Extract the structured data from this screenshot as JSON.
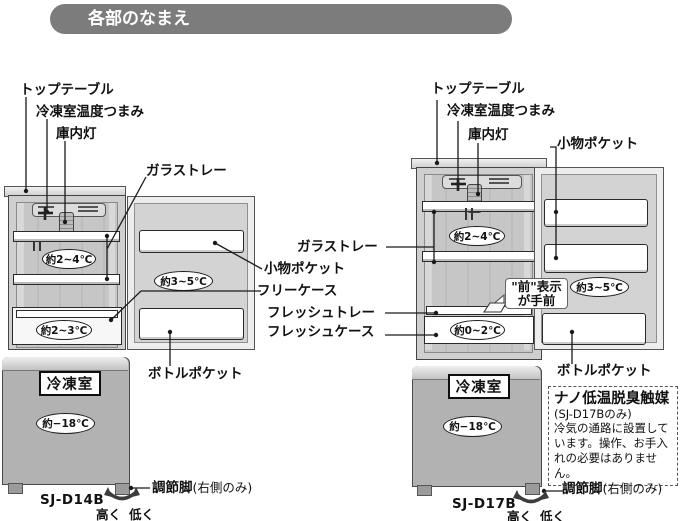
{
  "title": "各部のなまえ",
  "labels": {
    "top_table": "トップテーブル",
    "freezer_knob": "冷凍室温度つまみ",
    "interior_light": "庫内灯",
    "glass_tray": "ガラストレー",
    "small_pocket": "小物ポケット",
    "free_case": "フリーケース",
    "fresh_tray": "フレッシュトレー",
    "fresh_case": "フレッシュケース",
    "bottle_pocket": "ボトルポケット",
    "freezer_room": "冷凍室",
    "adjust_foot": "調節脚",
    "adjust_foot_note": "(右側のみ)",
    "raise": "高く",
    "lower": "低く"
  },
  "callout": {
    "line1": "\"前\"表示",
    "line2": "が手前"
  },
  "temps": {
    "left_main": "約2~4℃",
    "left_door": "約3~5℃",
    "left_case": "約2~3℃",
    "left_freezer": "約−18℃",
    "right_main": "約2~4℃",
    "right_door": "約3~5℃",
    "right_case": "約0~2℃",
    "right_freezer": "約−18℃"
  },
  "models": {
    "left": "SJ-D14B",
    "right": "SJ-D17B"
  },
  "nano": {
    "title": "ナノ低温脱臭触媒",
    "subtitle": "(SJ-D17Bのみ)",
    "body": "冷気の通路に設置しています。操作、お手入れの必要はありません。"
  },
  "colors": {
    "title_bar": "#7c7c7c",
    "freezer_door": "#b2b2b2",
    "line": "#1a1a1a"
  }
}
